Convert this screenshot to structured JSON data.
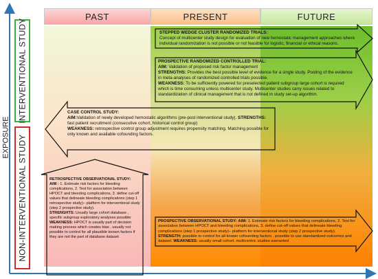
{
  "headers": {
    "past": "PAST",
    "present": "PRESENT",
    "future": "FUTURE"
  },
  "side": {
    "exposure": "EXPOSURE",
    "interventional": "INTERVENTIONAL STUDY",
    "non_interventional": "NON-INTERVENTIONAL STUDY"
  },
  "colors": {
    "past": "#f7a6a6",
    "present": "#f9bf8a",
    "future": "#c6e79a",
    "interventional_border": "#3fae3f",
    "non_interventional_border": "#d62828",
    "axis": "#2e75b6"
  },
  "stepped": {
    "title": "STEPPED WEDGE CLUSTER RANDOMIZED TRIALS:",
    "body": "Concept of multicenter study design for evaluation of new hemostatic management approaches where individual randomization is not possible or not feasible for logistic, financial or ethical reasons."
  },
  "prct": {
    "title": "PROSPECTIVE RANDOMIZED CONTROLLED TRIAL:",
    "aim_label": "AIM:",
    "aim": "Validation of proposed risk factor management",
    "strengths_label": "STRENGTHS:",
    "strengths": "Provides the best possible level of evidence for a single study. Pooling of the evidence in meta-analyses of randomized controlled trials possible.",
    "weakness_label": "WEAKNESS:",
    "weakness": "To be sufficiently powered for preselected patient subgroup large cohort is required which is time consuming unless multicenter study. Multicenter studies carry issues related to standardization of clinical management that is not defined in study set-up algorithm."
  },
  "case_control": {
    "title": "CASE CONTROL STUDY:",
    "aim_label": "AIM:",
    "aim": "Validation of newly developed hemostatic algorithms (pre-post interventional study).",
    "strengths_label": "STRENGTHS:",
    "strengths": "fast patient recruitment (consecutive cohort, historical control group)",
    "weakness_label": "WEAKNESS:",
    "weakness": "retrospective control group adjustment requires propensity matching. Matching possible for only known and available cofounding factors."
  },
  "retro": {
    "title": "RETROSPECTIVE OBSERVATIONAL STUDY:",
    "aim_label": "AIM :",
    "aim": "1. Estimate risk factors for bleeding complications, 2. Test for association between HPOCT and bleeding complications, 3. define cut-off values that delineate bleeding complications (step 1 retrospective study)– platform for interventional study (step 2 prospective study).",
    "strengths_label": "STRENGHTS:",
    "strengths": "Usually large cohort database , specific subgroup exploratory analyses possible",
    "weakness_label": "WEAKNESS:",
    "weakness": "HPOCT is usually part of decision making process which creates bias , usually not possible to control for all plausible known factors if they are not the part of database dataset"
  },
  "prospective_obs": {
    "title": "PROSPECTIVE OBSERVATIONAL STUDY:",
    "aim_label": "AIM:",
    "aim": "1. Estimate risk factors for bleeding complications, 2. Test for association between HPOCT and bleeding complications, 3. define cut-off values that delineate bleeding complications (step 1 prospective study)– platform for interventional study (step 2 prospective study).",
    "strength_label": "STRENGTH:",
    "strength": "possible to control for all known cofounding factors , possible to use standardized outcomes and dataset.",
    "weakness_label": "WEAKNESS:",
    "weakness": "usually small cohort, multicentric studies warranted"
  }
}
